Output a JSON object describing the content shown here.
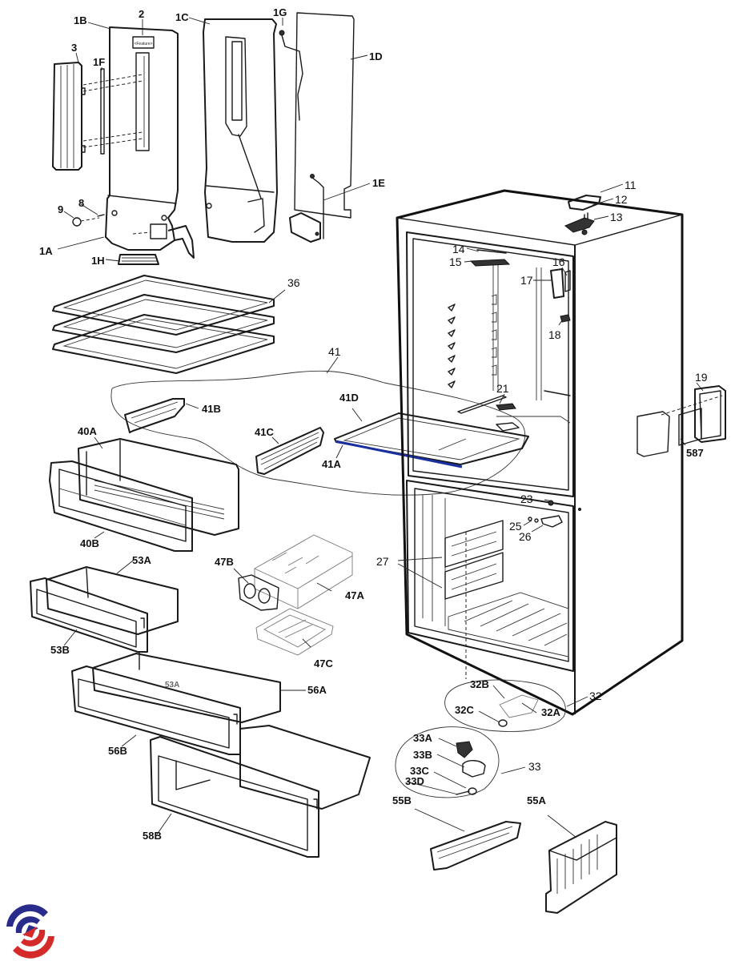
{
  "title": "Refrigerator exploded parts diagram",
  "accent_colors": {
    "highlight_line": "#1a2fa0",
    "logo_blue": "#2a2c8c",
    "logo_red": "#d42a2a"
  },
  "parts": {
    "door": {
      "p1A": "1A",
      "p1B": "1B",
      "p1C": "1C",
      "p1D": "1D",
      "p1E": "1E",
      "p1F": "1F",
      "p1G": "1G",
      "p1H": "1H",
      "p2": "2",
      "p3": "3",
      "p8": "8",
      "p9": "9"
    },
    "cabinet_top": {
      "p11": "11",
      "p12": "12",
      "p13": "13"
    },
    "fridge_interior": {
      "p14": "14",
      "p15": "15",
      "p16": "16",
      "p17": "17",
      "p18": "18",
      "p21": "21"
    },
    "side_panel": {
      "p19": "19",
      "p587": "587"
    },
    "freezer_interior": {
      "p23": "23",
      "p25": "25",
      "p26": "26",
      "p27": "27"
    },
    "shelves": {
      "p36": "36"
    },
    "shelf_assembly": {
      "p41": "41",
      "p41A": "41A",
      "p41B": "41B",
      "p41C": "41C",
      "p41D": "41D"
    },
    "crisper": {
      "p40A": "40A",
      "p40B": "40B"
    },
    "ice_maker": {
      "p47A": "47A",
      "p47B": "47B",
      "p47C": "47C"
    },
    "drawers": {
      "p53A": "53A",
      "p53B": "53B",
      "p53A_ghost": "53A",
      "p56A": "56A",
      "p56B": "56B",
      "p58B": "58B"
    },
    "hinge_kit": {
      "p32": "32",
      "p32A": "32A",
      "p32B": "32B",
      "p32C": "32C"
    },
    "leveler_kit": {
      "p33": "33",
      "p33A": "33A",
      "p33B": "33B",
      "p33C": "33C",
      "p33D": "33D"
    },
    "rails": {
      "p55A": "55A",
      "p55B": "55B"
    }
  },
  "logo": {
    "icon": "swirl-logo-icon"
  }
}
